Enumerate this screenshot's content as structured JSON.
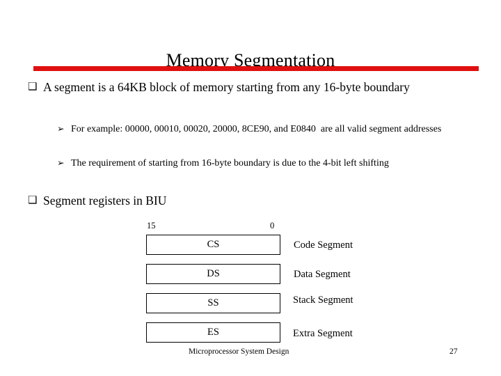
{
  "slide": {
    "title": "Memory Segmentation",
    "accent_color": "#e01010",
    "background_color": "#ffffff",
    "text_color": "#000000"
  },
  "bullets": [
    {
      "marker": "❑",
      "marker_name": "hollow-square-bullet",
      "text": "A segment is a 64KB block of memory starting from any 16-byte boundary",
      "sub_bullets": [
        {
          "marker": "➢",
          "marker_name": "filled-arrow-bullet",
          "text": "For example: 00000, 00010, 00020, 20000, 8CE90, and E0840  are all valid segment addresses"
        },
        {
          "marker": "➢",
          "marker_name": "filled-arrow-bullet",
          "text": "The requirement of starting from 16-byte boundary is due to the 4-bit left shifting"
        }
      ]
    },
    {
      "marker": "❑",
      "marker_name": "hollow-square-bullet",
      "text": "Segment registers in BIU",
      "sub_bullets": []
    }
  ],
  "register_diagram": {
    "bit_msb": "15",
    "bit_lsb": "0",
    "registers": [
      {
        "name": "CS",
        "description": "Code Segment"
      },
      {
        "name": "DS",
        "description": "Data Segment"
      },
      {
        "name": "SS",
        "description": "Stack Segment"
      },
      {
        "name": "ES",
        "description": "Extra Segment"
      }
    ]
  },
  "footer": {
    "text": "Microprocessor System Design",
    "page_number": "27"
  }
}
